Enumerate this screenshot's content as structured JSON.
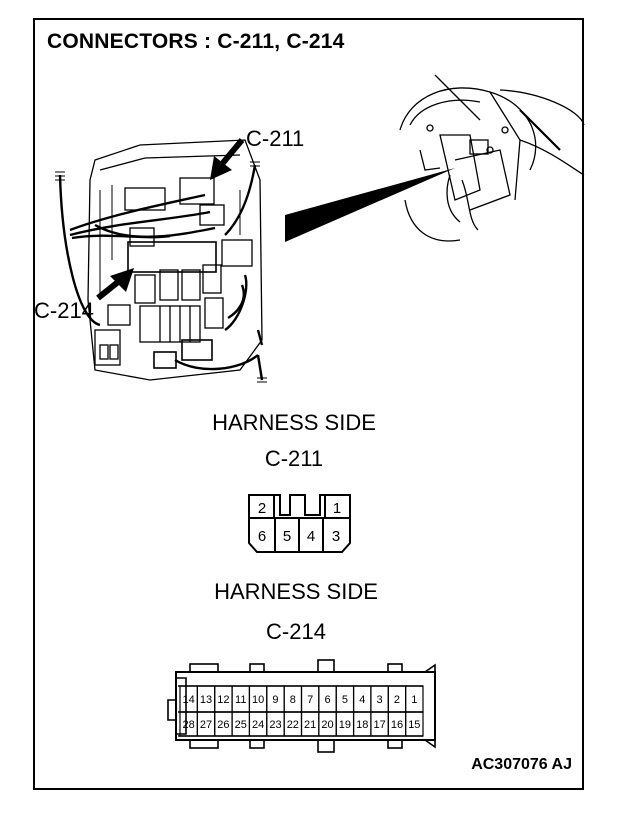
{
  "title": "CONNECTORS : C-211, C-214",
  "callouts": {
    "c211": "C-211",
    "c214": "C-214"
  },
  "c211": {
    "heading": "HARNESS SIDE",
    "name": "C-211",
    "top_pins": [
      "2",
      "1"
    ],
    "bottom_pins": [
      "6",
      "5",
      "4",
      "3"
    ]
  },
  "c214": {
    "heading": "HARNESS SIDE",
    "name": "C-214",
    "top_row": [
      "14",
      "13",
      "12",
      "11",
      "10",
      "9",
      "8",
      "7",
      "6",
      "5",
      "4",
      "3",
      "2",
      "1"
    ],
    "bottom_row": [
      "28",
      "27",
      "26",
      "25",
      "24",
      "23",
      "22",
      "21",
      "20",
      "19",
      "18",
      "17",
      "16",
      "15"
    ]
  },
  "figure_code": "AC307076 AJ"
}
